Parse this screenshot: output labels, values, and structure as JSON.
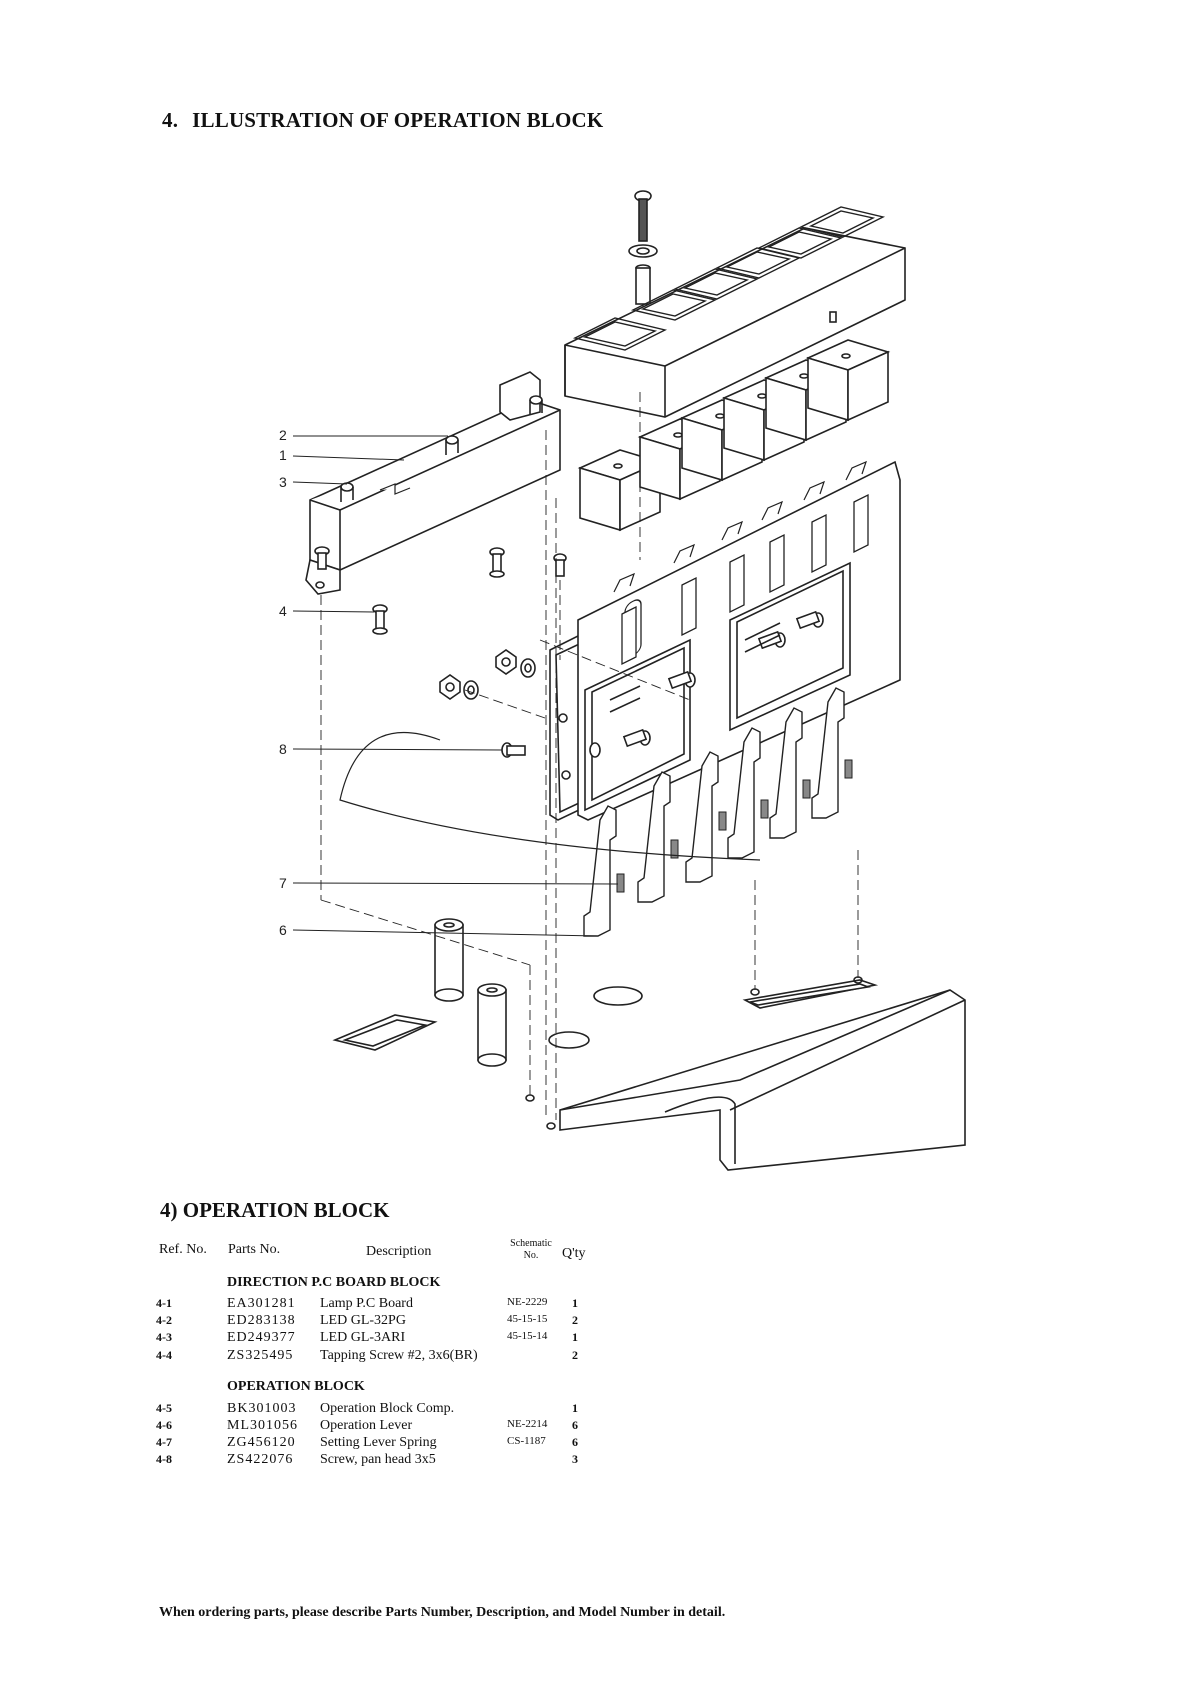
{
  "page": {
    "section_number": "4.",
    "section_title": "ILLUSTRATION OF OPERATION BLOCK"
  },
  "diagram": {
    "callouts": [
      "2",
      "1",
      "3",
      "4",
      "8",
      "7",
      "6"
    ]
  },
  "parts_list": {
    "title": "4) OPERATION BLOCK",
    "headers": {
      "ref": "Ref. No.",
      "parts": "Parts No.",
      "description": "Description",
      "schematic_1": "Schematic",
      "schematic_2": "No.",
      "qty": "Q'ty"
    },
    "groups": [
      {
        "name": "DIRECTION P.C BOARD BLOCK",
        "rows": [
          {
            "ref": "4-1",
            "part": "EA301281",
            "desc": "Lamp P.C Board",
            "sch": "NE-2229",
            "qty": "1"
          },
          {
            "ref": "4-2",
            "part": "ED283138",
            "desc": "LED GL-32PG",
            "sch": "45-15-15",
            "qty": "2"
          },
          {
            "ref": "4-3",
            "part": "ED249377",
            "desc": "LED GL-3ARI",
            "sch": "45-15-14",
            "qty": "1"
          },
          {
            "ref": "4-4",
            "part": "ZS325495",
            "desc": "Tapping Screw #2, 3x6(BR)",
            "sch": "",
            "qty": "2"
          }
        ]
      },
      {
        "name": "OPERATION BLOCK",
        "rows": [
          {
            "ref": "4-5",
            "part": "BK301003",
            "desc": "Operation Block Comp.",
            "sch": "",
            "qty": "1"
          },
          {
            "ref": "4-6",
            "part": "ML301056",
            "desc": "Operation Lever",
            "sch": "NE-2214",
            "qty": "6"
          },
          {
            "ref": "4-7",
            "part": "ZG456120",
            "desc": "Setting Lever Spring",
            "sch": "CS-1187",
            "qty": "6"
          },
          {
            "ref": "4-8",
            "part": "ZS422076",
            "desc": "Screw, pan head 3x5",
            "sch": "",
            "qty": "3"
          }
        ]
      }
    ]
  },
  "footer": {
    "note": "When ordering parts, please describe Parts Number, Description, and Model Number in detail."
  }
}
